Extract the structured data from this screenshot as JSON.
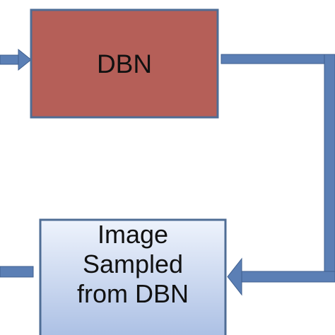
{
  "nodes": {
    "dbn": {
      "label": "DBN",
      "fill": "#b55f58",
      "stroke": "#4f6d95"
    },
    "sampled": {
      "label_lines": [
        "Image",
        "Sampled",
        "from DBN"
      ],
      "fill_top": "#eef3fc",
      "fill_bottom": "#a8bde3",
      "stroke": "#4f6d95"
    }
  },
  "connectors": {
    "color": "#5b7fb5",
    "outline": "#3f5f8f"
  }
}
